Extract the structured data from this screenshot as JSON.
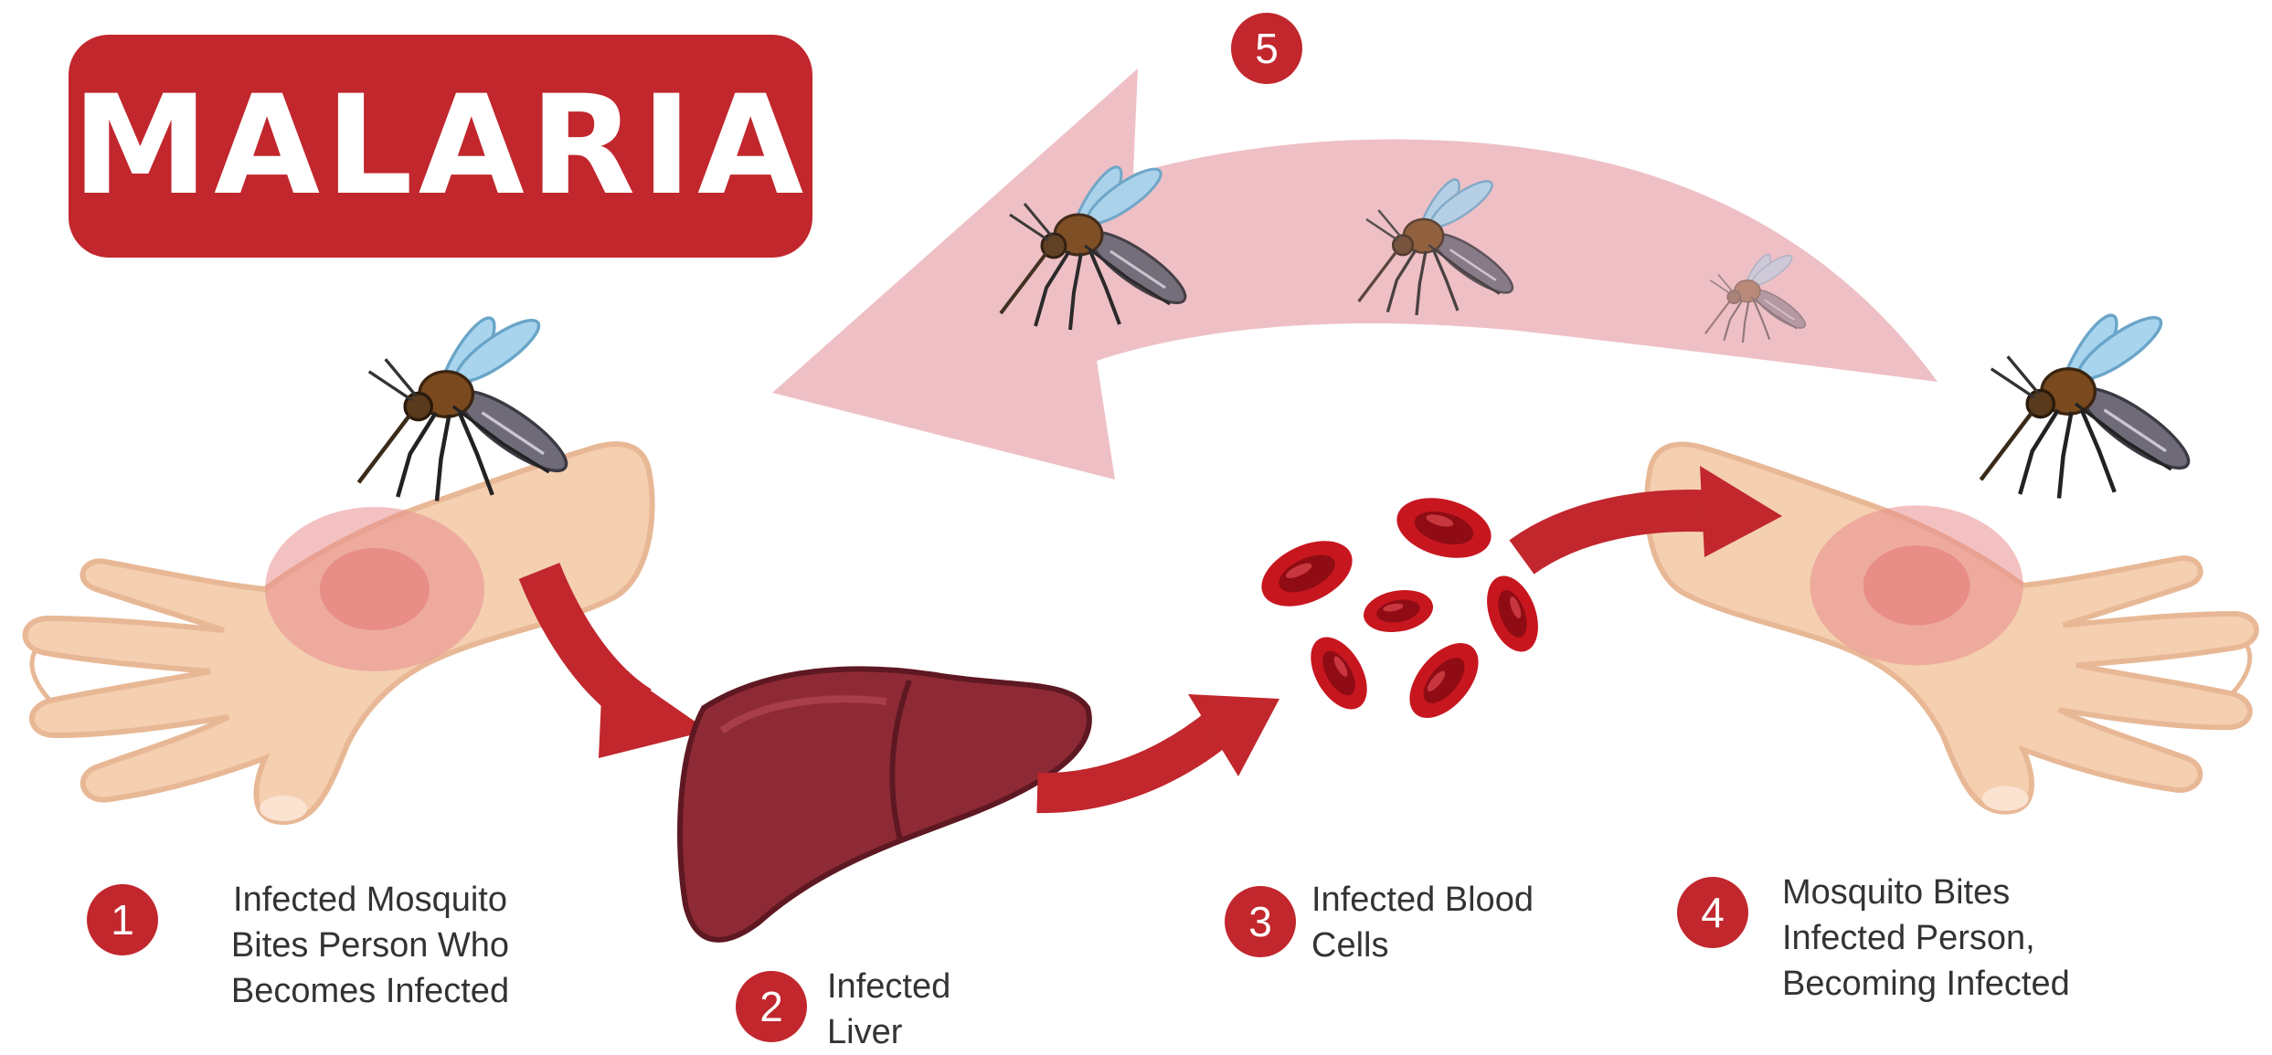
{
  "title": "MALARIA",
  "colors": {
    "accent": "#c1272d",
    "cycle_arrow": "#ecb9bf",
    "liver": "#8e2a35",
    "blood_cell": "#c8161f",
    "skin": "#f4cfb0",
    "text": "#333333"
  },
  "steps": [
    {
      "number": "1",
      "lines": [
        "Infected Mosquito",
        "Bites Person Who",
        "Becomes Infected"
      ]
    },
    {
      "number": "2",
      "lines": [
        "Infected",
        "Liver"
      ]
    },
    {
      "number": "3",
      "lines": [
        "Infected Blood",
        "Cells"
      ]
    },
    {
      "number": "4",
      "lines": [
        "Mosquito Bites",
        "Infected Person,",
        "Becoming Infected"
      ]
    },
    {
      "number": "5",
      "lines": []
    }
  ],
  "illustrations": {
    "left_hand": "hand-icon",
    "right_hand": "hand-icon",
    "mosquito": "mosquito-icon",
    "liver": "liver-icon",
    "blood_cells": "blood-cell-icon"
  }
}
